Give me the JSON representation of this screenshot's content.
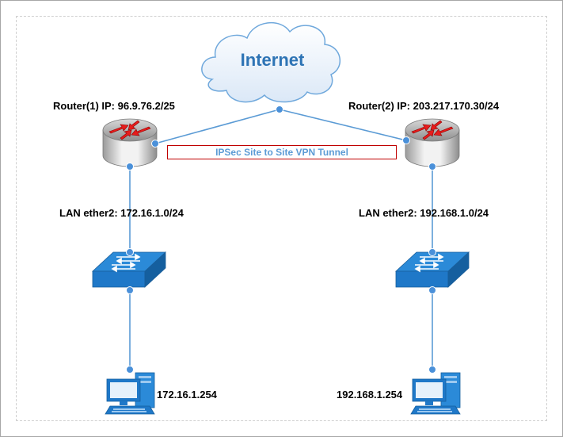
{
  "internet": {
    "label": "Internet"
  },
  "router1": {
    "label": "Router(1) IP: 96.9.76.2/25"
  },
  "router2": {
    "label": "Router(2) IP: 203.217.170.30/24"
  },
  "tunnel": {
    "label": "IPSec Site to Site VPN Tunnel"
  },
  "lan1": {
    "label": "LAN ether2: 172.16.1.0/24"
  },
  "lan2": {
    "label": "LAN ether2: 192.168.1.0/24"
  },
  "pc1": {
    "label": "172.16.1.254"
  },
  "pc2": {
    "label": "192.168.1.254"
  },
  "colors": {
    "link": "#5b9bd5",
    "node_dot": "#4a90d9",
    "router_arrow": "#e81c1c",
    "switch_blue": "#1f78c8",
    "tunnel_border": "#c00000",
    "tunnel_text": "#5b9bd5",
    "internet_text": "#2e74b5"
  },
  "icons": [
    "cloud-icon",
    "router-icon",
    "switch-icon",
    "workstation-icon"
  ]
}
